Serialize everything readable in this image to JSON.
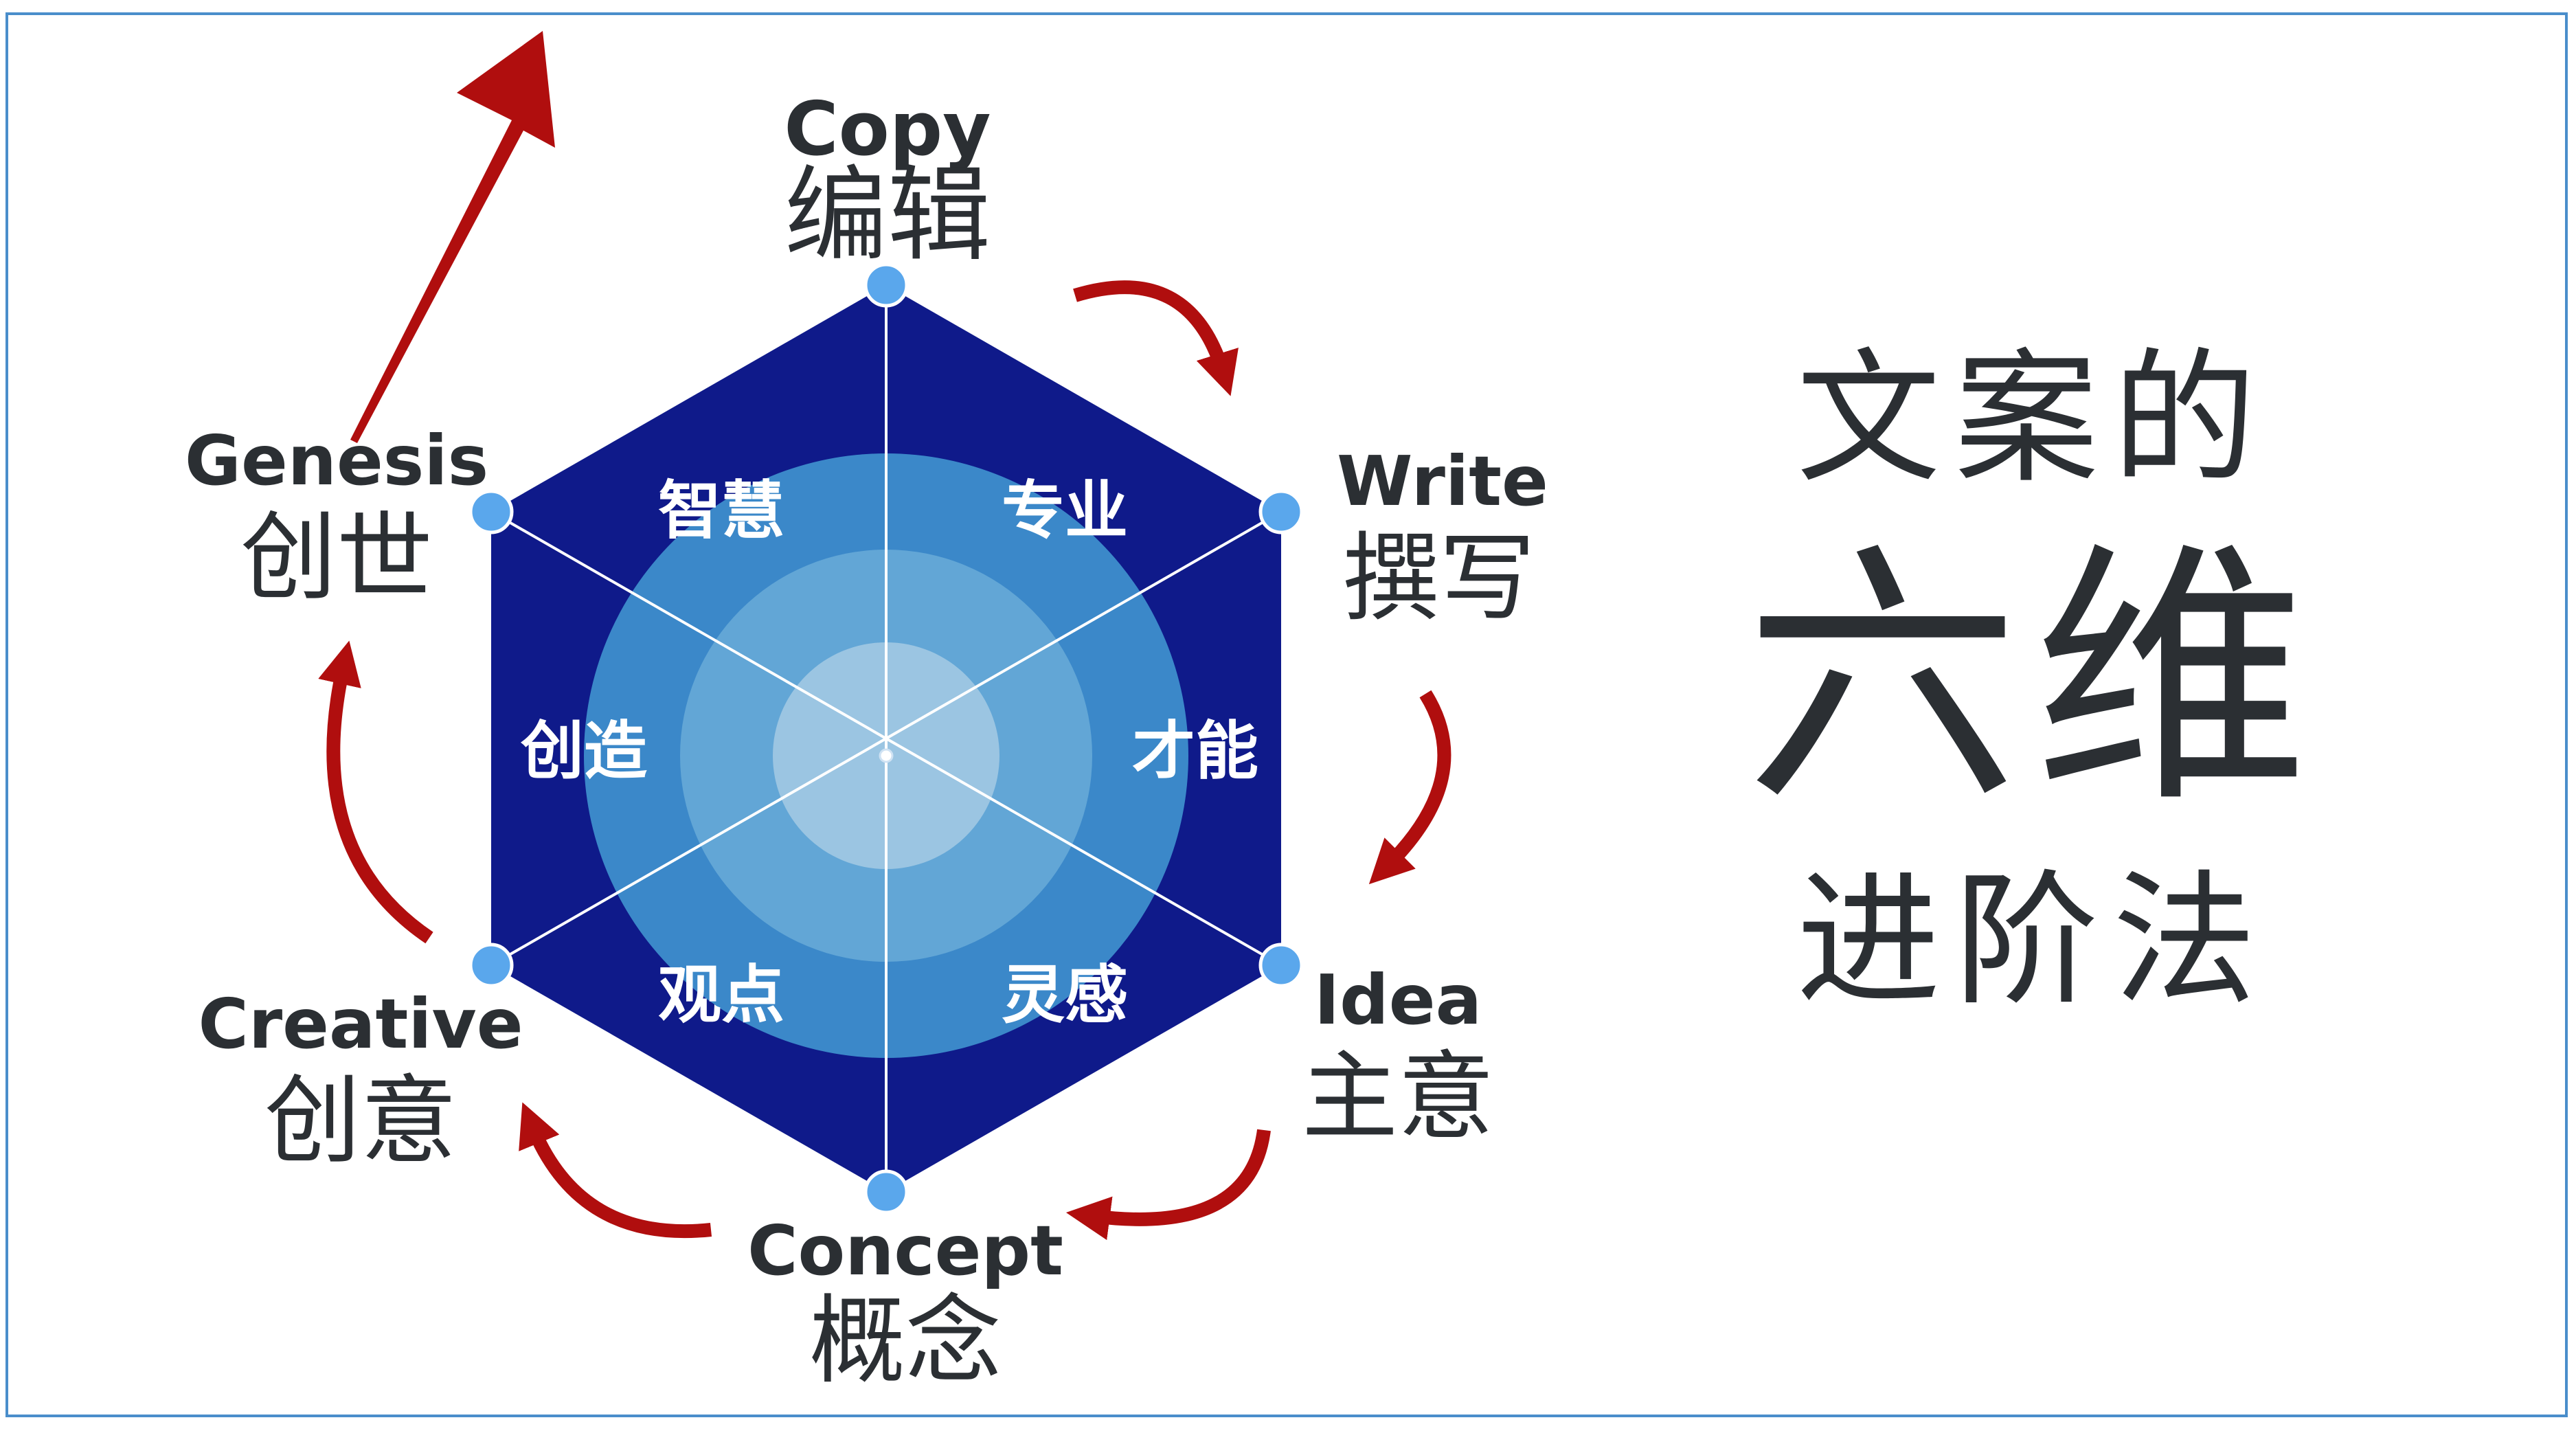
{
  "colors": {
    "hexagon": "#0f1a8a",
    "ring_outer": "#3b88c9",
    "ring_mid": "#62a6d6",
    "ring_inner": "#9bc5e2",
    "node": "#5aa7ec",
    "arrow": "#b00e0e",
    "text": "#2b2f33",
    "border": "#4a8ecb"
  },
  "vertices": [
    {
      "en": "Copy",
      "cn": "编辑"
    },
    {
      "en": "Write",
      "cn": "撰写"
    },
    {
      "en": "Idea",
      "cn": "主意"
    },
    {
      "en": "Concept",
      "cn": "概念"
    },
    {
      "en": "Creative",
      "cn": "创意"
    },
    {
      "en": "Genesis",
      "cn": "创世"
    }
  ],
  "inner_words": [
    "专业",
    "才能",
    "灵感",
    "观点",
    "创造",
    "智慧"
  ],
  "title": {
    "line1": "文案的",
    "line2": "六维",
    "line3": "进阶法"
  }
}
